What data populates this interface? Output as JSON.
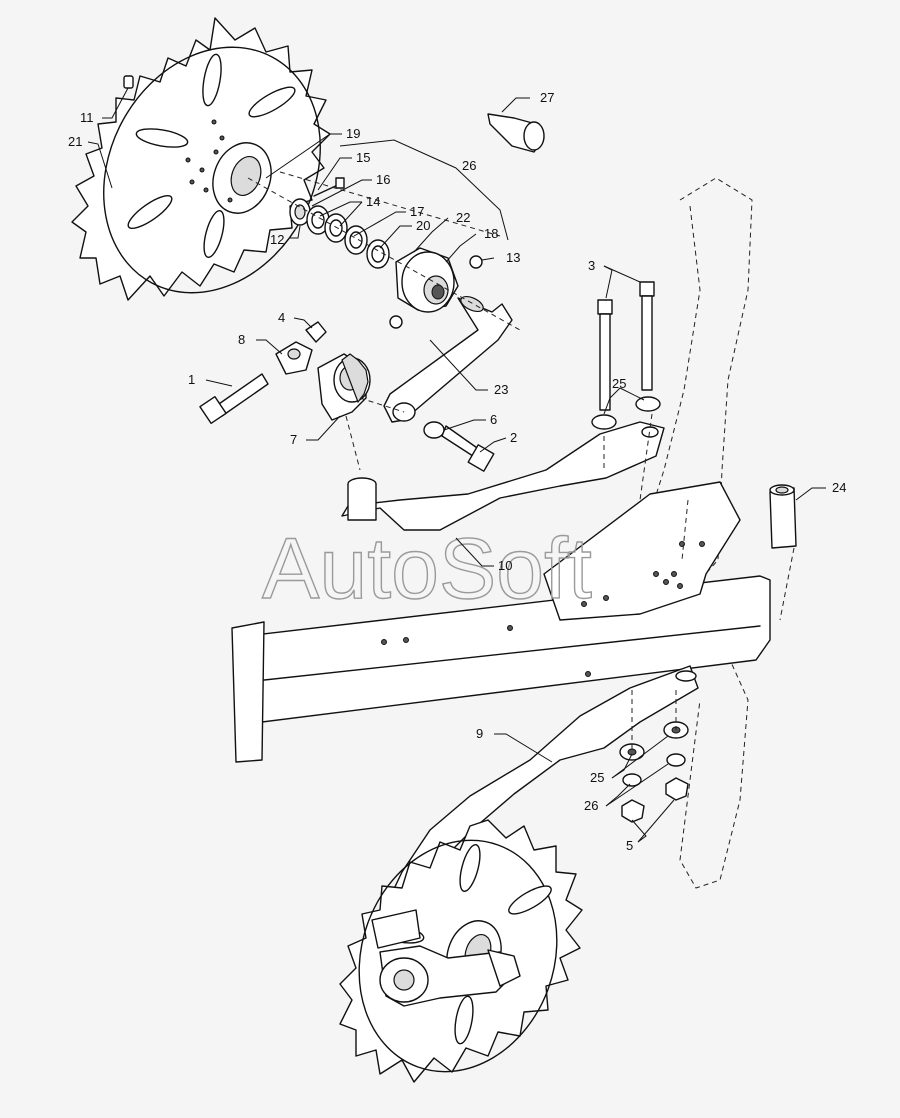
{
  "watermark": "AutoSoft",
  "callouts": {
    "c1": "1",
    "c2": "2",
    "c3": "3",
    "c4": "4",
    "c5": "5",
    "c6": "6",
    "c7": "7",
    "c8": "8",
    "c9": "9",
    "c10": "10",
    "c11": "11",
    "c12": "12",
    "c13": "13",
    "c14": "14",
    "c15": "15",
    "c16": "16",
    "c17": "17",
    "c18": "18",
    "c19": "19",
    "c20": "20",
    "c21": "21",
    "c22": "22",
    "c23": "23",
    "c24": "24",
    "c25a": "25",
    "c25b": "25",
    "c26a": "26",
    "c26b": "26",
    "c27": "27"
  }
}
